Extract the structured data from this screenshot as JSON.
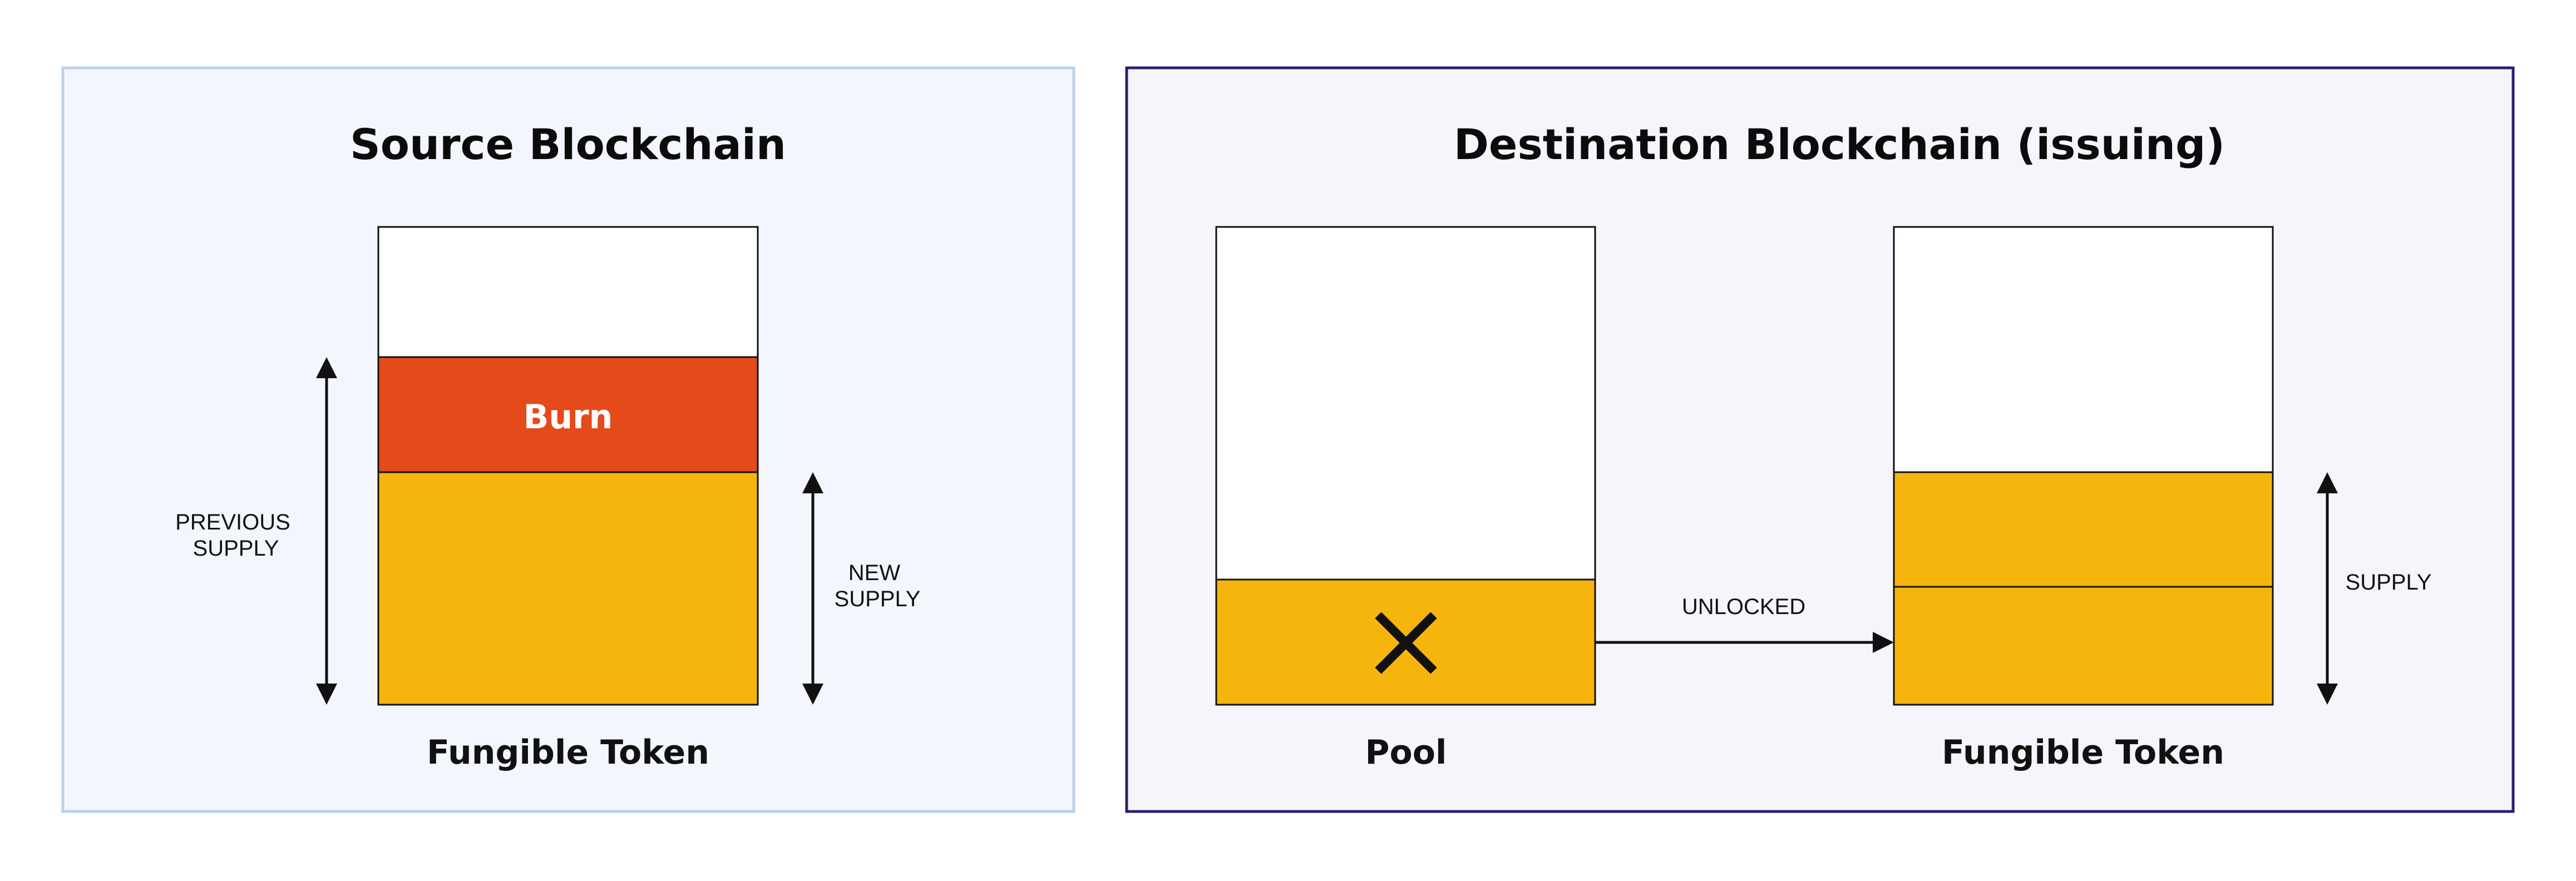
{
  "source_panel": {
    "title": "Source Blockchain",
    "token_label": "Fungible Token",
    "burn_label": "Burn",
    "previous_supply": [
      "PREVIOUS",
      "SUPPLY"
    ],
    "new_supply": [
      "NEW",
      "SUPPLY"
    ]
  },
  "destination_panel": {
    "title": "Destination Blockchain (issuing)",
    "pool_label": "Pool",
    "token_label": "Fungible Token",
    "arrow_label": "UNLOCKED",
    "supply_label": "SUPPLY"
  },
  "colors": {
    "source_panel_bg": "#f3f6fc",
    "source_panel_border": "#bcd0ec",
    "dest_panel_bg": "#f5f5fb",
    "dest_panel_border": "#2a2170",
    "token_yellow": "#f5b50c",
    "burn_orange": "#e54a1a"
  }
}
